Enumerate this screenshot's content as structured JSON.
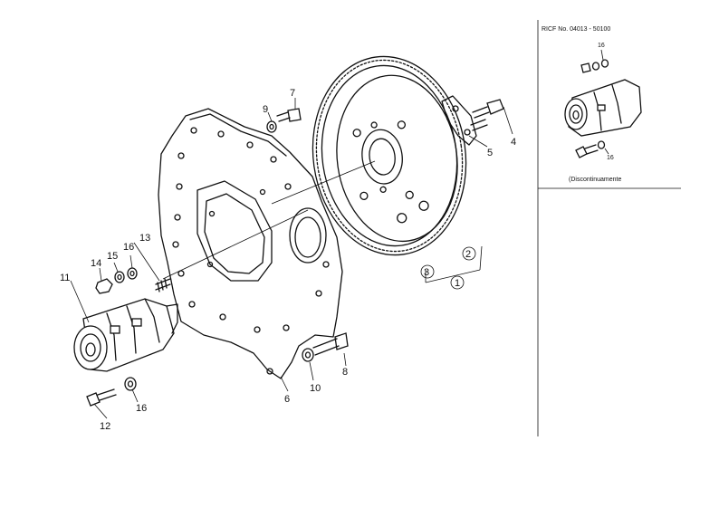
{
  "callouts": {
    "c1": "1",
    "c2": "2",
    "c3": "3",
    "c4": "4",
    "c5": "5",
    "c6": "6",
    "c7": "7",
    "c8": "8",
    "c9": "9",
    "c10": "10",
    "c11": "11",
    "c12": "12",
    "c13": "13",
    "c14": "14",
    "c15": "15",
    "c16a": "16",
    "c16b": "16"
  },
  "inset": {
    "header": "RICF  No.  04013 - 50100",
    "callout_16_top": "16",
    "callout_16_bottom": "16",
    "note": "(Discontinuamente"
  }
}
